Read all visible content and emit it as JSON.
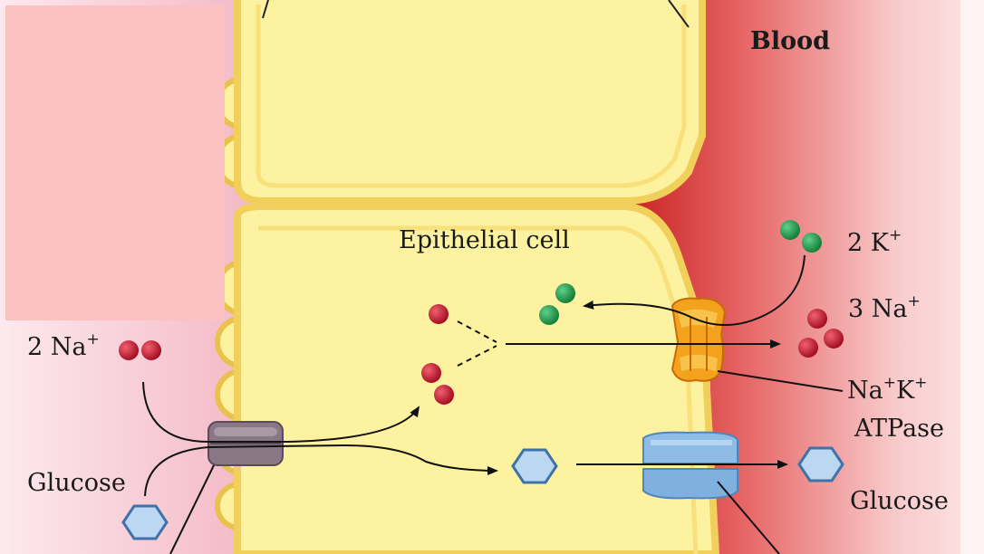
{
  "labels": {
    "blood": "Blood",
    "epithelial_cell": "Epithelial cell",
    "k_ions": {
      "count": "2 K",
      "charge": "+"
    },
    "na_ions_blood": {
      "count": "3 Na",
      "charge": "+"
    },
    "na_ions_lumen": {
      "count": "2 Na",
      "charge": "+"
    },
    "pump_line1": {
      "a": "Na",
      "b": "+",
      "c": "K",
      "d": "+"
    },
    "pump_line2": "ATPase",
    "glucose_lumen": "Glucose",
    "glucose_blood": "Glucose"
  },
  "colors": {
    "blood_red": "#d63a3a",
    "cell_yellow": "#fdf2a0",
    "membrane": "#f3d060",
    "sodium": "#c8102e",
    "potassium": "#1e9a4a",
    "glucose": "#bcd7f2",
    "glut_transporter": "#7fb0de",
    "sglt_transporter": "#8a7785",
    "pump": "#f4a21e",
    "mask": "#fcc1c1"
  }
}
